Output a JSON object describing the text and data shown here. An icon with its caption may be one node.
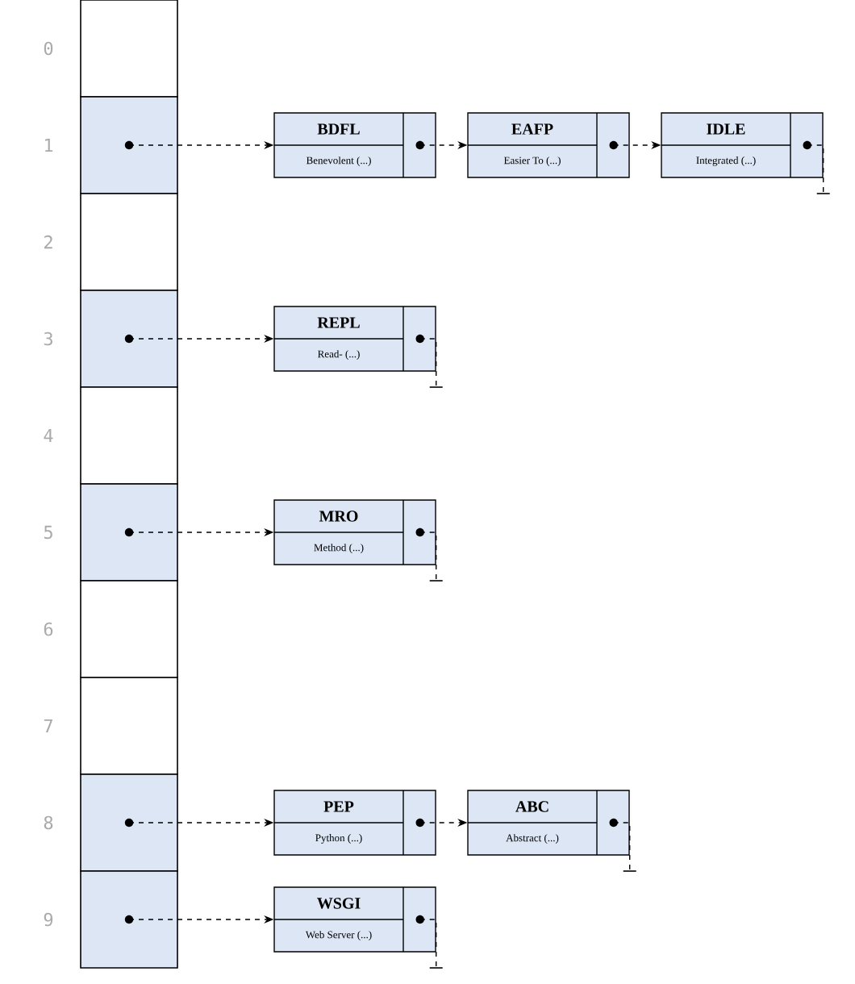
{
  "diagram": {
    "nodes": [
      {
        "text": [],
        "shape": "box",
        "beside": [
          "0"
        ]
      },
      {
        "text": [],
        "shape": "box",
        "beside": [
          "1"
        ]
      },
      {
        "text": [],
        "shape": "box",
        "beside": [
          "2"
        ]
      },
      {
        "text": [],
        "shape": "box",
        "beside": [
          "3"
        ]
      },
      {
        "text": [],
        "shape": "box",
        "beside": [
          "4"
        ]
      },
      {
        "text": [],
        "shape": "box",
        "beside": [
          "5"
        ]
      },
      {
        "text": [],
        "shape": "box",
        "beside": [
          "6"
        ]
      },
      {
        "text": [],
        "shape": "box",
        "beside": [
          "7"
        ]
      },
      {
        "text": [],
        "shape": "box",
        "beside": [
          "8"
        ]
      },
      {
        "text": [],
        "shape": "box",
        "beside": [
          "9"
        ]
      },
      {
        "text": [
          "BDFL",
          "Benevolent (...)"
        ]
      },
      {
        "text": [
          "EAFP",
          "Easier To (...)"
        ]
      },
      {
        "text": [
          "IDLE",
          "Integrated (...)"
        ]
      },
      {
        "text": [
          "REPL",
          "Read- (...)"
        ]
      },
      {
        "text": [
          "MRO",
          "Method (...)"
        ]
      },
      {
        "text": [
          "PEP",
          "Python (...)"
        ]
      },
      {
        "text": [
          "ABC",
          "Abstract (...)"
        ]
      },
      {
        "text": [
          "WSGI",
          "Web Server (...)"
        ]
      }
    ],
    "edges": [
      {
        "from": 1,
        "to": 10,
        "arrow": "to",
        "style": "dashed"
      },
      {
        "from": 10,
        "to": 11,
        "arrow": "to",
        "style": "dashed"
      },
      {
        "from": 11,
        "to": 12,
        "arrow": "to",
        "style": "dashed"
      },
      {
        "from": 12,
        "to": null,
        "arrow": "none",
        "style": "dashed"
      },
      {
        "from": 3,
        "to": 13,
        "arrow": "to",
        "style": "dashed"
      },
      {
        "from": 13,
        "to": null,
        "arrow": "none",
        "style": "dashed"
      },
      {
        "from": 5,
        "to": 14,
        "arrow": "to",
        "style": "dashed"
      },
      {
        "from": 14,
        "to": null,
        "arrow": "none",
        "style": "dashed"
      },
      {
        "from": 8,
        "to": 15,
        "arrow": "to",
        "style": "dashed"
      },
      {
        "from": 15,
        "to": 16,
        "arrow": "to",
        "style": "dashed"
      },
      {
        "from": 16,
        "to": null,
        "arrow": "none",
        "style": "dashed"
      },
      {
        "from": 9,
        "to": 17,
        "arrow": "to",
        "style": "dashed"
      },
      {
        "from": 17,
        "to": null,
        "arrow": "none",
        "style": "dashed"
      }
    ]
  }
}
